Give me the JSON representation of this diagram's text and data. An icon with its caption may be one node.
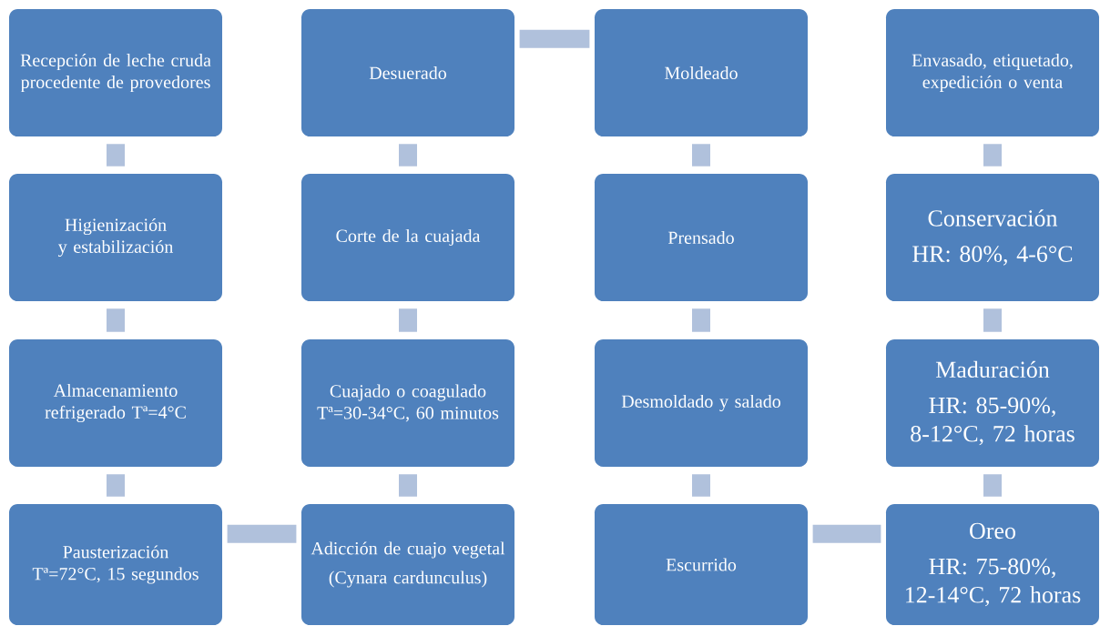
{
  "diagram": {
    "nodes": [
      {
        "text": [
          "Recepción de leche cruda procedente de provedores"
        ]
      },
      {
        "text": [
          "Higienización y estabilización"
        ]
      },
      {
        "text": [
          "Almacenamiento refrigerado Tª=4°C"
        ]
      },
      {
        "text": [
          "Pausterización Tª=72°C, 15 segundos"
        ]
      },
      {
        "text": [
          "Adicción de cuajo vegetal",
          "(Cynara cardunculus)"
        ]
      },
      {
        "text": [
          "Cuajado o coagulado Tª=30-34°C, 60 minutos"
        ]
      },
      {
        "text": [
          "Corte de la cuajada"
        ]
      },
      {
        "text": [
          "Desuerado"
        ]
      },
      {
        "text": [
          "Moldeado"
        ]
      },
      {
        "text": [
          "Prensado"
        ]
      },
      {
        "text": [
          "Desmoldado y salado"
        ]
      },
      {
        "text": [
          "Escurrido"
        ]
      },
      {
        "text": [
          "Oreo",
          "HR: 75-80%, 12-14°C, 72 horas"
        ]
      },
      {
        "text": [
          "Maduración",
          "HR: 85-90%, 8-12°C, 72 horas"
        ]
      },
      {
        "text": [
          "Conservación",
          "HR: 80%, 4-6°C"
        ]
      },
      {
        "text": [
          "Envasado, etiquetado, expedición o venta"
        ]
      }
    ],
    "edges": [
      {
        "from": 0,
        "to": 1,
        "arrow": "none"
      },
      {
        "from": 1,
        "to": 2,
        "arrow": "none"
      },
      {
        "from": 2,
        "to": 3,
        "arrow": "none"
      },
      {
        "from": 3,
        "to": 4,
        "arrow": "none"
      },
      {
        "from": 4,
        "to": 5,
        "arrow": "none"
      },
      {
        "from": 5,
        "to": 6,
        "arrow": "none"
      },
      {
        "from": 6,
        "to": 7,
        "arrow": "none"
      },
      {
        "from": 7,
        "to": 8,
        "arrow": "none"
      },
      {
        "from": 8,
        "to": 9,
        "arrow": "none"
      },
      {
        "from": 9,
        "to": 10,
        "arrow": "none"
      },
      {
        "from": 10,
        "to": 11,
        "arrow": "none"
      },
      {
        "from": 11,
        "to": 12,
        "arrow": "none"
      },
      {
        "from": 12,
        "to": 13,
        "arrow": "none"
      },
      {
        "from": 13,
        "to": 14,
        "arrow": "none"
      },
      {
        "from": 14,
        "to": 15,
        "arrow": "none"
      }
    ]
  }
}
